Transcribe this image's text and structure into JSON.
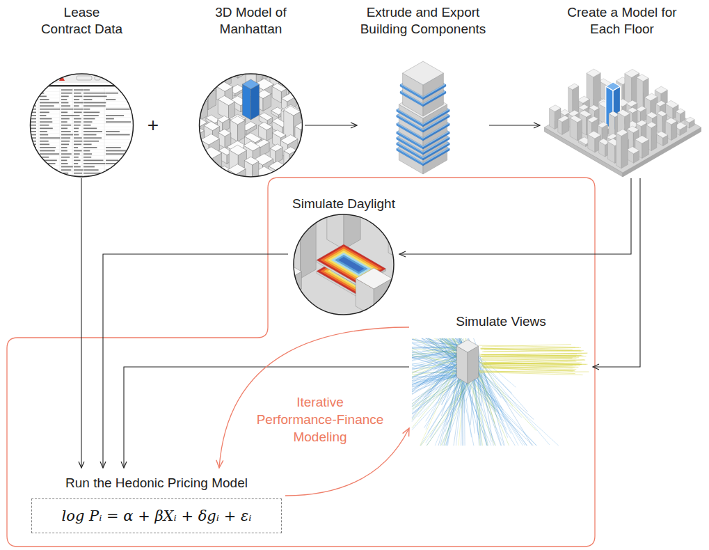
{
  "diagram": {
    "nodes": [
      {
        "text": [
          "Lease Contract Data"
        ]
      },
      {
        "text": [
          "3D Model of Manhattan"
        ]
      },
      {
        "text": [
          "Extrude and Export Building Components"
        ]
      },
      {
        "text": [
          "Create a Model for Each Floor"
        ]
      },
      {
        "text": [
          "Simulate Daylight"
        ]
      },
      {
        "text": [
          "Simulate Views"
        ]
      },
      {
        "text": [
          "Run the Hedonic Pricing Model",
          "log Pᵢ = α + βXᵢ + δgᵢ + εᵢ"
        ]
      }
    ],
    "edges": [
      {
        "from": 0,
        "to": 6,
        "arrow": "to"
      },
      {
        "from": 1,
        "to": 2,
        "arrow": "to"
      },
      {
        "from": 2,
        "to": 3,
        "arrow": "to"
      },
      {
        "from": 3,
        "to": 4,
        "arrow": "to"
      },
      {
        "from": 3,
        "to": 5,
        "arrow": "to"
      },
      {
        "from": 4,
        "to": 6,
        "arrow": "to"
      },
      {
        "from": 5,
        "to": 6,
        "arrow": "to"
      },
      {
        "from": 5,
        "to": 6,
        "arrow": "to"
      },
      {
        "from": 6,
        "to": 5,
        "arrow": "to"
      }
    ],
    "labels": [
      "+",
      "Iterative Performance-Finance Modeling"
    ]
  }
}
